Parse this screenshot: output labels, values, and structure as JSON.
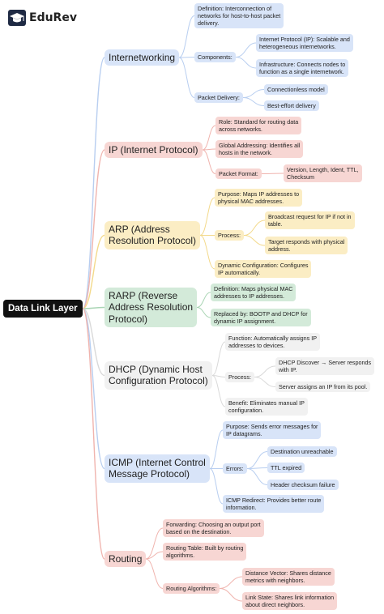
{
  "brand": {
    "name": "EduRev",
    "icon": "graduation-cap-icon"
  },
  "colors": {
    "blue": "#b8cef0",
    "red": "#f0b4ae",
    "yellow": "#f3d98a",
    "green": "#a9d5b4",
    "gray": "#d9d9d9"
  },
  "root": "Data Link Layer",
  "topics": [
    {
      "title": [
        "Internetworking"
      ],
      "color": "blue",
      "children": [
        {
          "text": [
            "Definition: Interconnection of",
            "networks for host-to-host packet",
            "delivery."
          ]
        },
        {
          "text": [
            "Components:"
          ],
          "children": [
            {
              "text": [
                "Internet Protocol (IP): Scalable and",
                "heterogeneous internetworks."
              ]
            },
            {
              "text": [
                "Infrastructure: Connects nodes to",
                "function as a single internetwork."
              ]
            }
          ]
        },
        {
          "text": [
            "Packet Delivery:"
          ],
          "children": [
            {
              "text": [
                "Connectionless model"
              ]
            },
            {
              "text": [
                "Best-effort delivery"
              ]
            }
          ]
        }
      ]
    },
    {
      "title": [
        "IP (Internet Protocol)"
      ],
      "color": "red",
      "children": [
        {
          "text": [
            "Role: Standard for routing data",
            "across networks."
          ]
        },
        {
          "text": [
            "Global Addressing: Identifies all",
            "hosts in the network."
          ]
        },
        {
          "text": [
            "Packet Format:"
          ],
          "children": [
            {
              "text": [
                "Version, Length, Ident, TTL,",
                "Checksum"
              ]
            }
          ]
        }
      ]
    },
    {
      "title": [
        "ARP (Address",
        "Resolution Protocol)"
      ],
      "color": "yellow",
      "children": [
        {
          "text": [
            "Purpose: Maps IP addresses to",
            "physical MAC addresses."
          ]
        },
        {
          "text": [
            "Process:"
          ],
          "children": [
            {
              "text": [
                "Broadcast request for IP if not in",
                "table."
              ]
            },
            {
              "text": [
                "Target responds with physical",
                "address."
              ]
            }
          ]
        },
        {
          "text": [
            "Dynamic Configuration: Configures",
            "IP automatically."
          ]
        }
      ]
    },
    {
      "title": [
        "RARP (Reverse",
        "Address Resolution",
        "Protocol)"
      ],
      "color": "green",
      "children": [
        {
          "text": [
            "Definition: Maps physical MAC",
            "addresses to IP addresses."
          ]
        },
        {
          "text": [
            "Replaced by: BOOTP and DHCP for",
            "dynamic IP assignment."
          ]
        }
      ]
    },
    {
      "title": [
        "DHCP (Dynamic Host",
        "Configuration Protocol)"
      ],
      "color": "gray",
      "children": [
        {
          "text": [
            "Function: Automatically assigns IP",
            "addresses to devices."
          ]
        },
        {
          "text": [
            "Process:"
          ],
          "children": [
            {
              "text": [
                "DHCP Discover → Server responds",
                "with IP."
              ]
            },
            {
              "text": [
                "Server assigns an IP from its pool."
              ]
            }
          ]
        },
        {
          "text": [
            "Benefit: Eliminates manual IP",
            "configuration."
          ]
        }
      ]
    },
    {
      "title": [
        "ICMP (Internet Control",
        "Message Protocol)"
      ],
      "color": "blue",
      "children": [
        {
          "text": [
            "Purpose: Sends error messages for",
            "IP datagrams."
          ]
        },
        {
          "text": [
            "Errors:"
          ],
          "children": [
            {
              "text": [
                "Destination unreachable"
              ]
            },
            {
              "text": [
                "TTL expired"
              ]
            },
            {
              "text": [
                "Header checksum failure"
              ]
            }
          ]
        },
        {
          "text": [
            "ICMP Redirect: Provides better route",
            "information."
          ]
        }
      ]
    },
    {
      "title": [
        "Routing"
      ],
      "color": "red",
      "children": [
        {
          "text": [
            "Forwarding: Choosing an output port",
            "based on the destination."
          ]
        },
        {
          "text": [
            "Routing Table: Built by routing",
            "algorithms."
          ]
        },
        {
          "text": [
            "Routing Algorithms:"
          ],
          "children": [
            {
              "text": [
                "Distance Vector: Shares distance",
                "metrics with neighbors."
              ]
            },
            {
              "text": [
                "Link State: Shares link information",
                "about direct neighbors."
              ]
            }
          ]
        }
      ]
    }
  ]
}
